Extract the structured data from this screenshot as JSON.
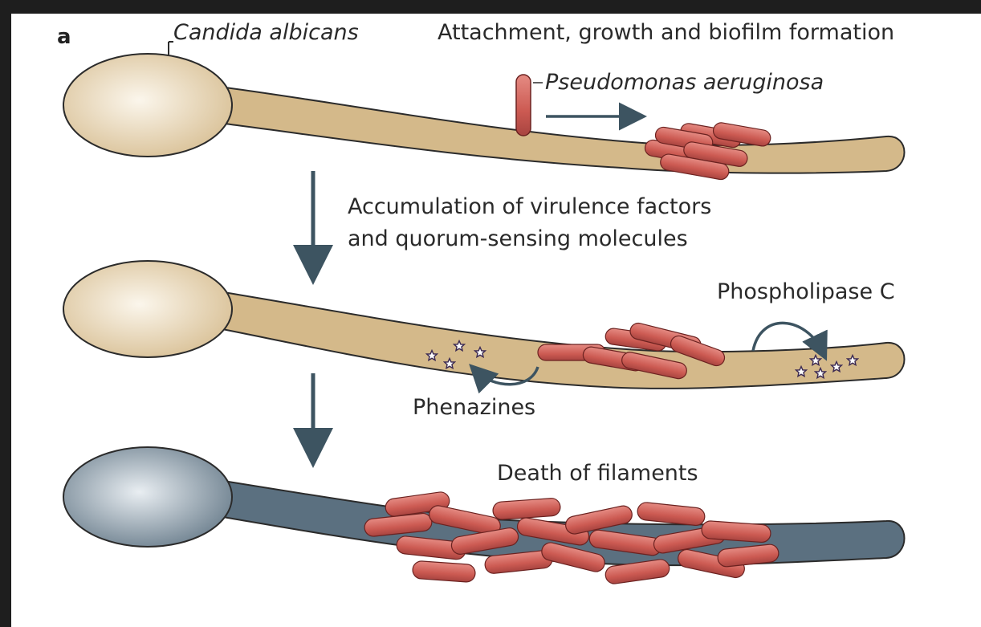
{
  "figure": {
    "panel_letter": "a",
    "organisms": {
      "fungus": "Candida albicans",
      "bacterium": "Pseudomonas aeruginosa"
    },
    "stages": [
      {
        "caption": "Attachment, growth and biofilm formation"
      },
      {
        "caption": "Accumulation of virulence factors and quorum-sensing molecules",
        "caption_lines": [
          "Accumulation of virulence factors",
          "and quorum-sensing molecules"
        ]
      },
      {
        "caption": "Death of filaments"
      }
    ],
    "factors": {
      "phospholipase": "Phospholipase C",
      "phenazines": "Phenazines"
    },
    "colors": {
      "hypha_alive": "#d4b98a",
      "hypha_outline": "#2b2b2b",
      "hypha_dead": "#5b7080",
      "bacterium": "#cc5a52",
      "arrow": "#3d5461",
      "star": "#3c2a52"
    }
  }
}
